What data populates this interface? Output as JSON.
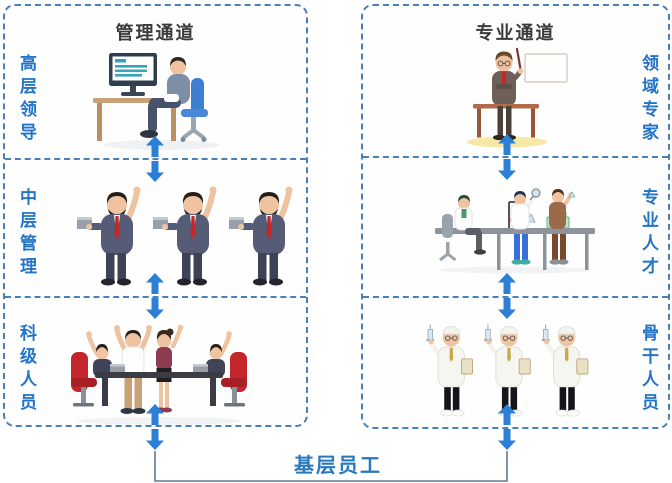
{
  "diagram_title": "dual-career-channel",
  "colors": {
    "border_blue": "#4b7fb5",
    "label_blue": "#2374c8",
    "arrow_blue": "#2b7fd6",
    "title_dark": "#3a3a3a",
    "connector_line": "#5f7d96",
    "base_label_blue": "#2878be"
  },
  "left_channel": {
    "title": "管理通道",
    "levels": [
      {
        "label": "高层领导",
        "illustration": "executive-at-desk"
      },
      {
        "label": "中层管理",
        "illustration": "cheering-managers"
      },
      {
        "label": "科级人员",
        "illustration": "team-meeting"
      }
    ]
  },
  "right_channel": {
    "title": "专业通道",
    "levels": [
      {
        "label": "领域专家",
        "illustration": "expert-lecturer"
      },
      {
        "label": "专业人才",
        "illustration": "lab-scientists"
      },
      {
        "label": "骨干人员",
        "illustration": "medical-staff"
      }
    ]
  },
  "base": {
    "label": "基层员工"
  }
}
